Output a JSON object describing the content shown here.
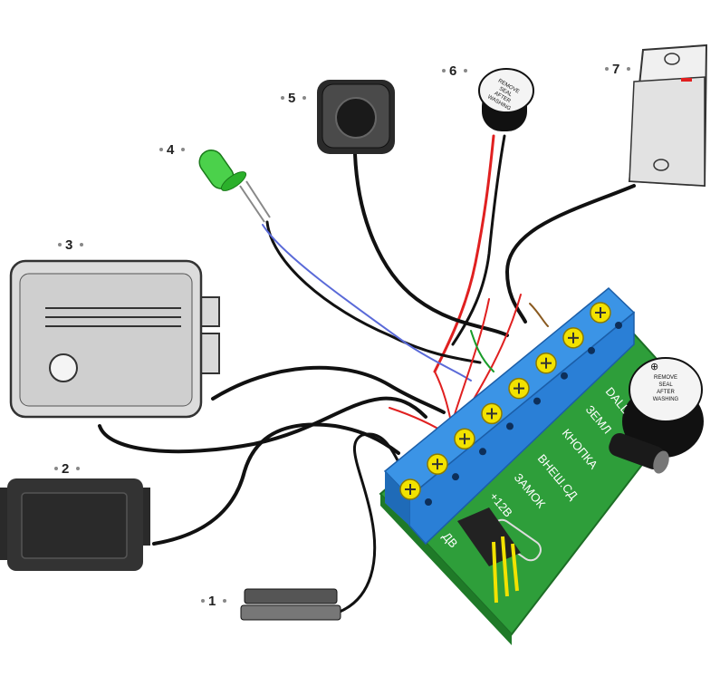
{
  "callouts": [
    "1",
    "2",
    "3",
    "4",
    "5",
    "6",
    "7"
  ],
  "board": {
    "terminal_labels": [
      "DALL",
      "ЗЕМЛ",
      "КНОПКА",
      "ВНЕШ.СД",
      "ЗАМОК",
      "+12В",
      "ДВ"
    ],
    "buzzer_text": [
      "REMOVE",
      "SEAL",
      "AFTER",
      "WASHING"
    ]
  },
  "small_buzzer_text": [
    "REMOVE",
    "SEAL",
    "AFTER",
    "WASHING"
  ],
  "colors": {
    "pcb_green": "#2e9e3a",
    "terminal_blue": "#2a7fd6",
    "wire_black": "#111111",
    "wire_red": "#e02020",
    "wire_green": "#1a9c2a",
    "wire_blue": "#5a6ad8",
    "led_green": "#4bd14b",
    "jumper_yellow": "#f2e200"
  }
}
